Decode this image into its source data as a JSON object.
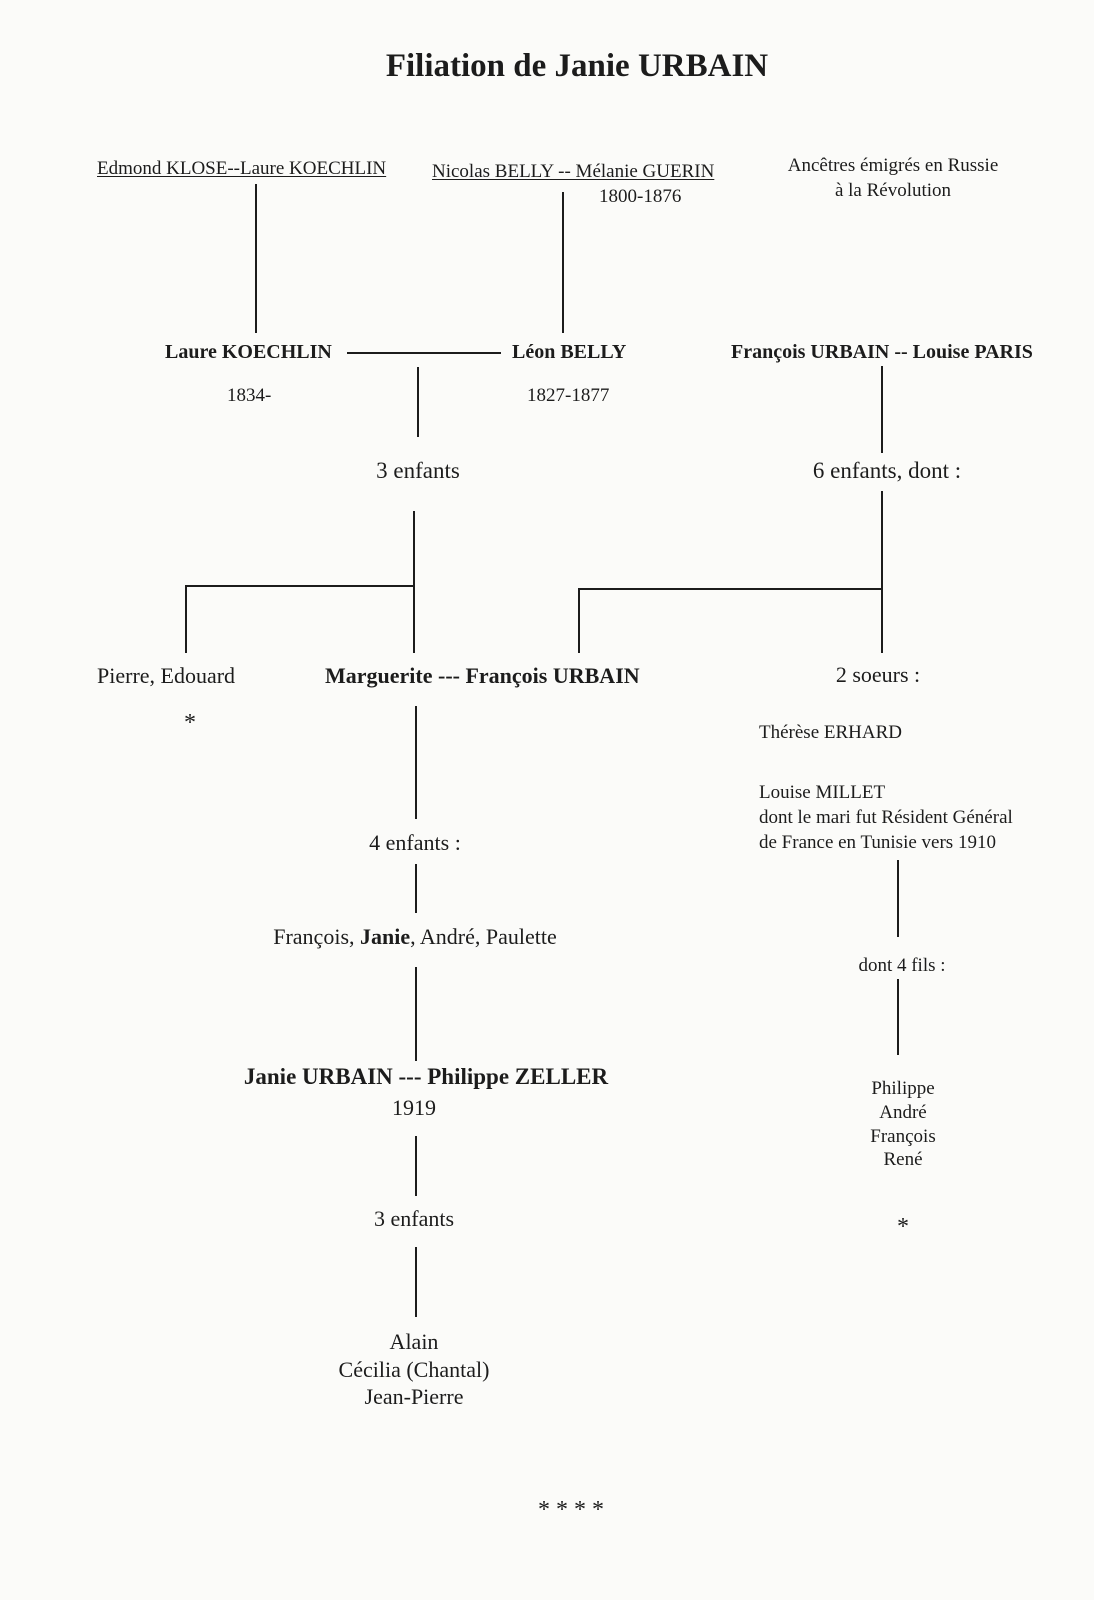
{
  "title": "Filiation de Janie URBAIN",
  "generation1": {
    "couple_klose_koechlin": "Edmond KLOSE--Laure  KOECHLIN",
    "couple_belly_guerin": "Nicolas BELLY -- Mélanie GUERIN",
    "belly_guerin_dates": "1800-1876",
    "note_line1": "Ancêtres émigrés en Russie",
    "note_line2": "à la Révolution"
  },
  "generation2": {
    "laure_koechlin": "Laure KOECHLIN",
    "laure_koechlin_dates": "1834-",
    "leon_belly": "Léon BELLY",
    "leon_belly_dates": "1827-1877",
    "urbain_paris": "François URBAIN -- Louise PARIS",
    "belly_children": "3 enfants",
    "urbain_children": "6 enfants, dont :"
  },
  "generation3": {
    "pierre_edouard": "Pierre, Edouard",
    "asterisk_left": "*",
    "marguerite": "Marguerite --- François URBAIN",
    "soeurs_heading": "2 soeurs :",
    "therese": "Thérèse ERHARD",
    "louise_millet": "Louise MILLET",
    "millet_note_line1": "dont le mari fut Résident Général",
    "millet_note_line2": "de France en Tunisie vers 1910",
    "millet_sons": "dont 4 fils :",
    "son_names": [
      "Philippe",
      "André",
      "François",
      "René"
    ],
    "asterisk_right": "*"
  },
  "generation4": {
    "children_heading": "4 enfants :",
    "names_before": "François, ",
    "name_highlight": "Janie",
    "names_after": ", André, Paulette"
  },
  "generation5": {
    "couple": "Janie URBAIN --- Philippe ZELLER",
    "year": "1919",
    "children_heading": "3 enfants",
    "child_names": [
      "Alain",
      "Cécilia (Chantal)",
      "Jean-Pierre"
    ]
  },
  "footer_stars": "* * * *"
}
